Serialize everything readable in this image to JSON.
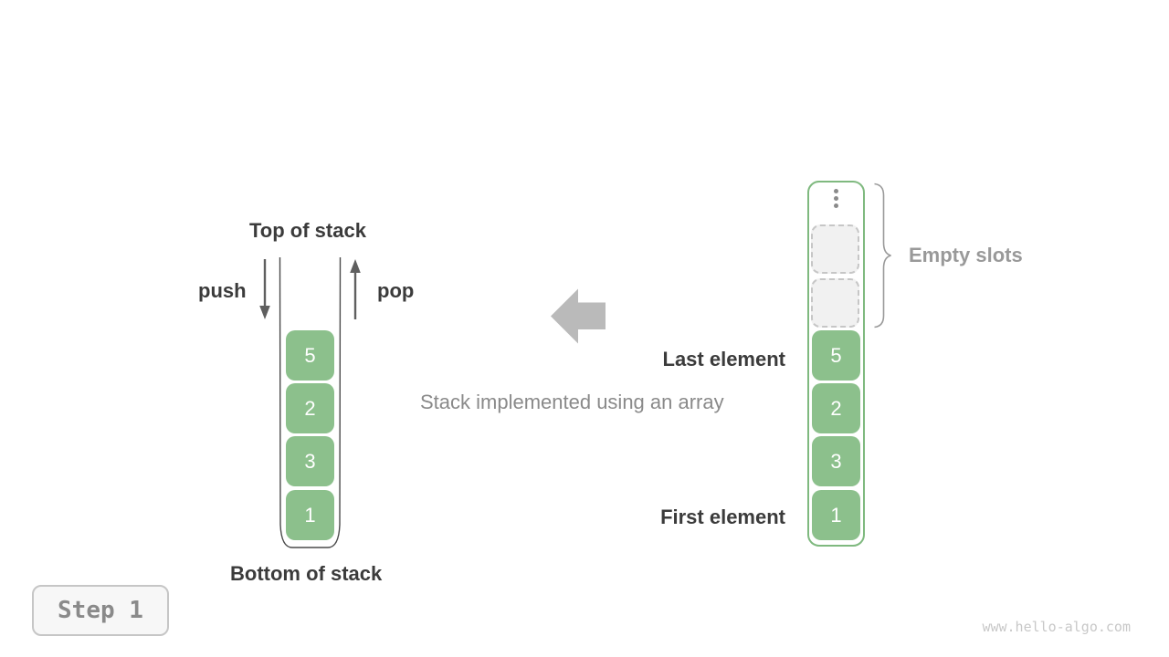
{
  "colors": {
    "cell_green": "#8cc08c",
    "array_border_green": "#7fb97f",
    "container_outline": "#4a4a4a",
    "dark_text": "#3b3b3b",
    "gray_text": "#8a8a8a",
    "light_gray_label": "#999999",
    "block_arrow_gray": "#bababa",
    "empty_slot_fill": "#f1f1f1",
    "empty_slot_border": "#c6c6c6",
    "watermark_gray": "#c8c8c8"
  },
  "left_stack": {
    "top_label": "Top of stack",
    "bottom_label": "Bottom of stack",
    "push_label": "push",
    "pop_label": "pop",
    "cells": [
      "5",
      "2",
      "3",
      "1"
    ]
  },
  "caption": "Stack implemented using an array",
  "array_stack": {
    "cells": [
      "5",
      "2",
      "3",
      "1"
    ],
    "empty_slots_label": "Empty slots",
    "last_element_label": "Last element",
    "first_element_label": "First element",
    "ellipsis_icon": "vertical-dots"
  },
  "step_badge": {
    "label": "Step 1"
  },
  "watermark": "www.hello-algo.com"
}
